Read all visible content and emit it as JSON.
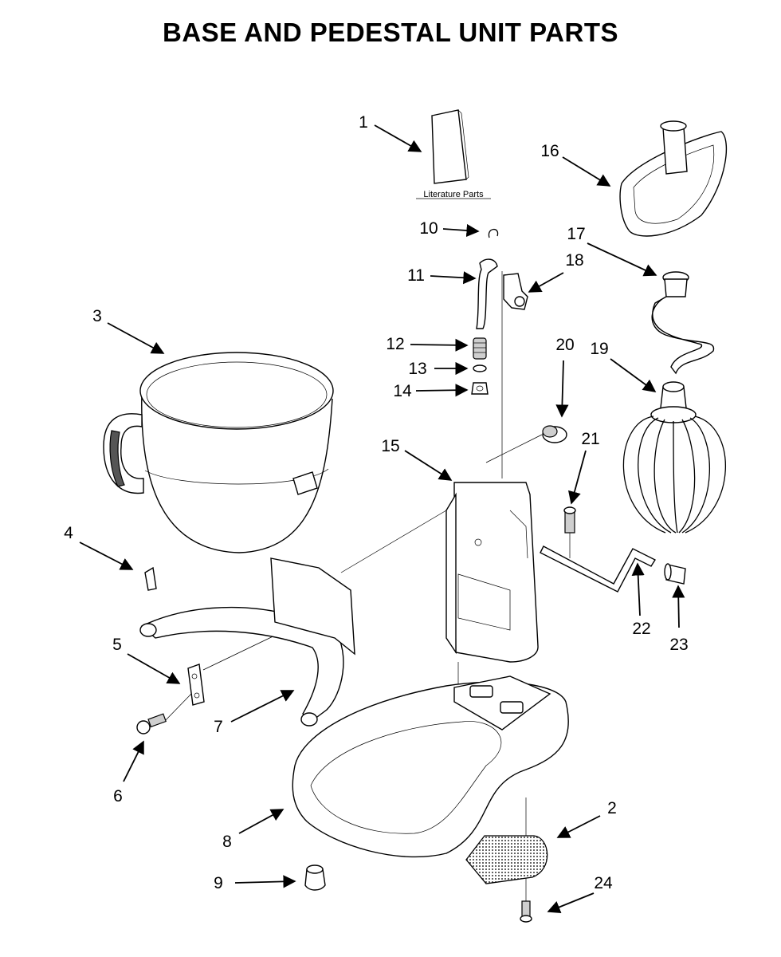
{
  "title": "BASE AND PEDESTAL UNIT PARTS",
  "literature_label": "Literature Parts",
  "labels": {
    "p1": "1",
    "p2": "2",
    "p3": "3",
    "p4": "4",
    "p5": "5",
    "p6": "6",
    "p7": "7",
    "p8": "8",
    "p9": "9",
    "p10": "10",
    "p11": "11",
    "p12": "12",
    "p13": "13",
    "p14": "14",
    "p15": "15",
    "p16": "16",
    "p17": "17",
    "p18": "18",
    "p19": "19",
    "p20": "20",
    "p21": "21",
    "p22": "22",
    "p23": "23",
    "p24": "24"
  }
}
